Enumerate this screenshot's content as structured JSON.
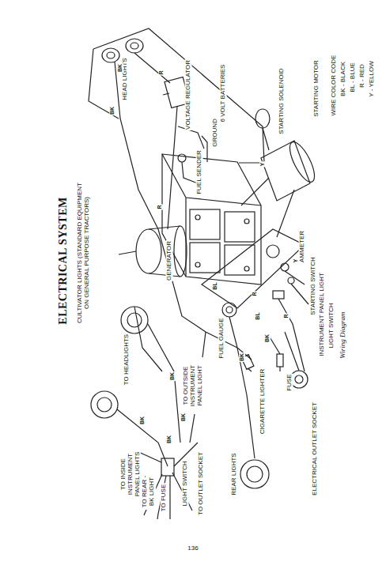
{
  "diagram": {
    "title": "ELECTRICAL SYSTEM",
    "caption": "Wiring Diagram",
    "labels": [
      "CULTIVATOR LIGHTS (STANDARD EQUIPMENT ON GENERAL PURPOSE TRACTORS)",
      "HEAD LIGHTS",
      "VOLTAGE REGULATOR",
      "GENERATOR",
      "FUEL SENDER",
      "GROUND",
      "6 VOLT BATTERIES",
      "STARTING SOLENOID",
      "STARTING MOTOR",
      "WIRE COLOR CODE",
      "BK - BLACK",
      "BL - BLUE",
      "R - RED",
      "Y - YELLOW",
      "AMMETER",
      "STARTING SWITCH",
      "INSTRUMENT PANEL LIGHT",
      "LIGHT SWITCH",
      "FUEL GAUGE",
      "CIGARETTE LIGHTER",
      "FUSE",
      "ELECTRICAL OUTLET SOCKET",
      "REAR LIGHTS",
      "TO HEADLIGHTS",
      "TO OUTSIDE INSTRUMENT PANEL LIGHT",
      "TO INSIDE INSTRUMENT PANEL LIGHTS",
      "TO REAR - BK LIGHT",
      "TO FUSE",
      "LIGHT SWITCH",
      "TO OUTLET SOCKET",
      "136",
      "BK",
      "BK",
      "R",
      "R",
      "BL",
      "R",
      "BL",
      "BK",
      "BK",
      "Y",
      "Y",
      "R",
      "BK",
      "BK",
      "BK",
      "BK"
    ]
  }
}
